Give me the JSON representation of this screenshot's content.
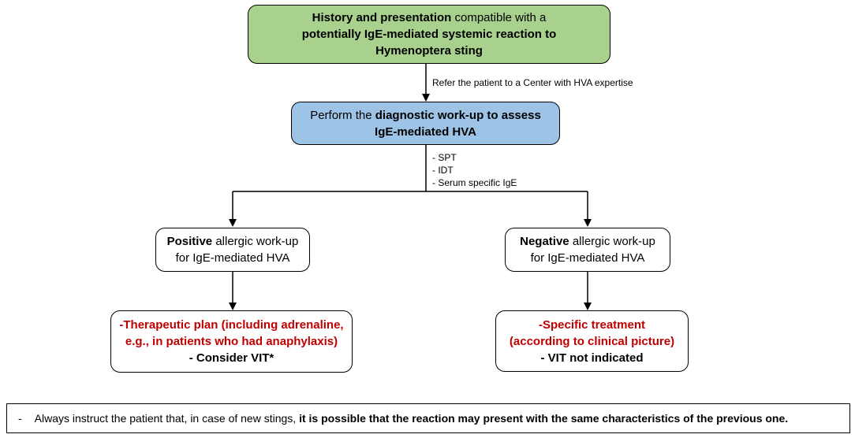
{
  "boxes": {
    "start": {
      "bold1": "History and presentation",
      "text1": " compatible with a",
      "bold2": "potentially IgE-mediated systemic reaction to",
      "bold3": "Hymenoptera sting"
    },
    "refer_note": "Refer the patient to a Center with HVA expertise",
    "diagnostic": {
      "text1": "Perform the ",
      "bold1": "diagnostic work-up to assess",
      "bold2": "IgE-mediated HVA"
    },
    "tests": [
      "-  SPT",
      "-  IDT",
      "-  Serum specific IgE"
    ],
    "positive": {
      "bold": "Positive",
      "text1": " allergic work-up",
      "text2": "for IgE-mediated HVA"
    },
    "negative": {
      "bold": "Negative",
      "text1": " allergic work-up",
      "text2": "for IgE-mediated HVA"
    },
    "positive_outcome": {
      "red1": "-Therapeutic plan (including adrenaline,",
      "red2": "e.g., in patients who had anaphylaxis)",
      "black": "- Consider VIT*"
    },
    "negative_outcome": {
      "red1": "-Specific treatment",
      "red2": "(according to clinical picture)",
      "black": "- VIT not indicated"
    }
  },
  "footer": {
    "dash": "-",
    "text": "Always instruct the patient that, in case of new stings, ",
    "bold": "it is possible that the reaction may present with the same characteristics of the previous one."
  }
}
